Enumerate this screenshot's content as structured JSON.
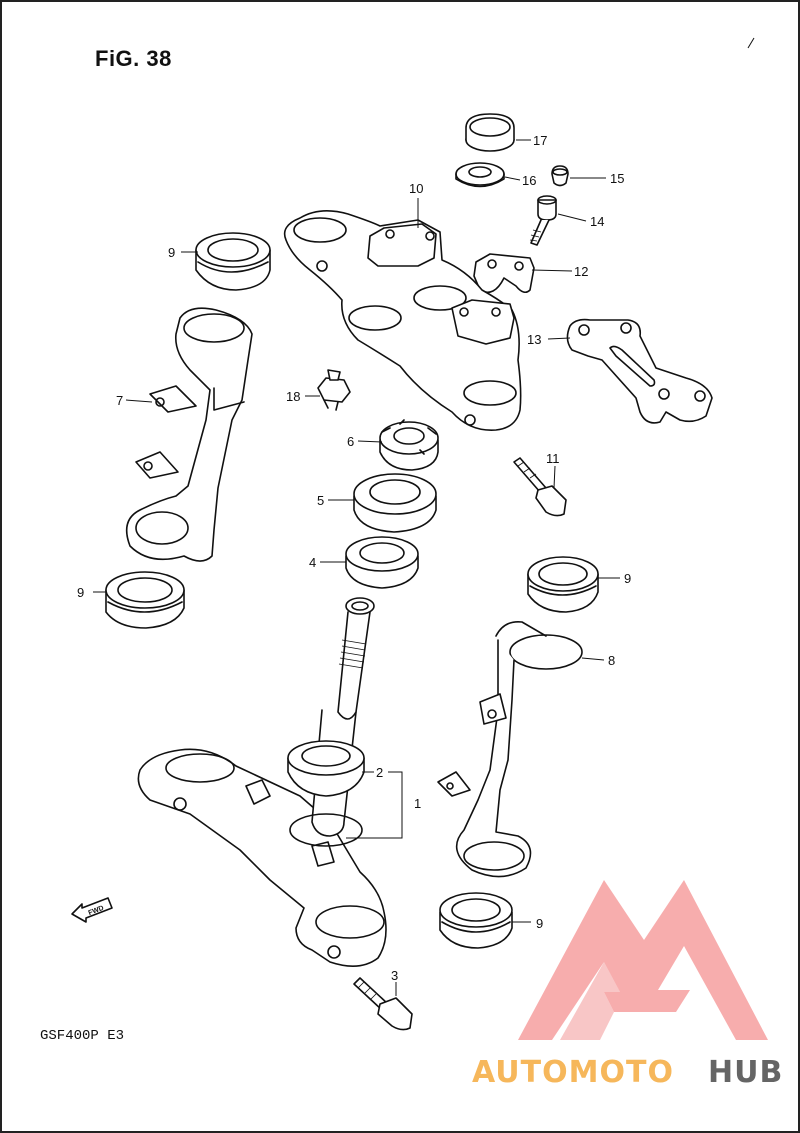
{
  "figure": {
    "title": "FiG. 38",
    "model_code": "GSF400P  E3",
    "fwd_label": "FWD"
  },
  "parts": [
    {
      "id": "p1",
      "label": "1"
    },
    {
      "id": "p2",
      "label": "2"
    },
    {
      "id": "p3",
      "label": "3"
    },
    {
      "id": "p4",
      "label": "4"
    },
    {
      "id": "p5",
      "label": "5"
    },
    {
      "id": "p6",
      "label": "6"
    },
    {
      "id": "p7",
      "label": "7"
    },
    {
      "id": "p8",
      "label": "8"
    },
    {
      "id": "p9a",
      "label": "9"
    },
    {
      "id": "p9b",
      "label": "9"
    },
    {
      "id": "p9c",
      "label": "9"
    },
    {
      "id": "p9d",
      "label": "9"
    },
    {
      "id": "p10",
      "label": "10"
    },
    {
      "id": "p11",
      "label": "11"
    },
    {
      "id": "p12",
      "label": "12"
    },
    {
      "id": "p13",
      "label": "13"
    },
    {
      "id": "p14",
      "label": "14"
    },
    {
      "id": "p15",
      "label": "15"
    },
    {
      "id": "p16",
      "label": "16"
    },
    {
      "id": "p17",
      "label": "17"
    },
    {
      "id": "p18",
      "label": "18"
    }
  ],
  "watermark": {
    "text_part1": "AUTOMOTO",
    "text_part2": "HUB",
    "color_light": "#f6b04a",
    "color_red": "#ef5a5a",
    "color_dark": "#555555"
  }
}
